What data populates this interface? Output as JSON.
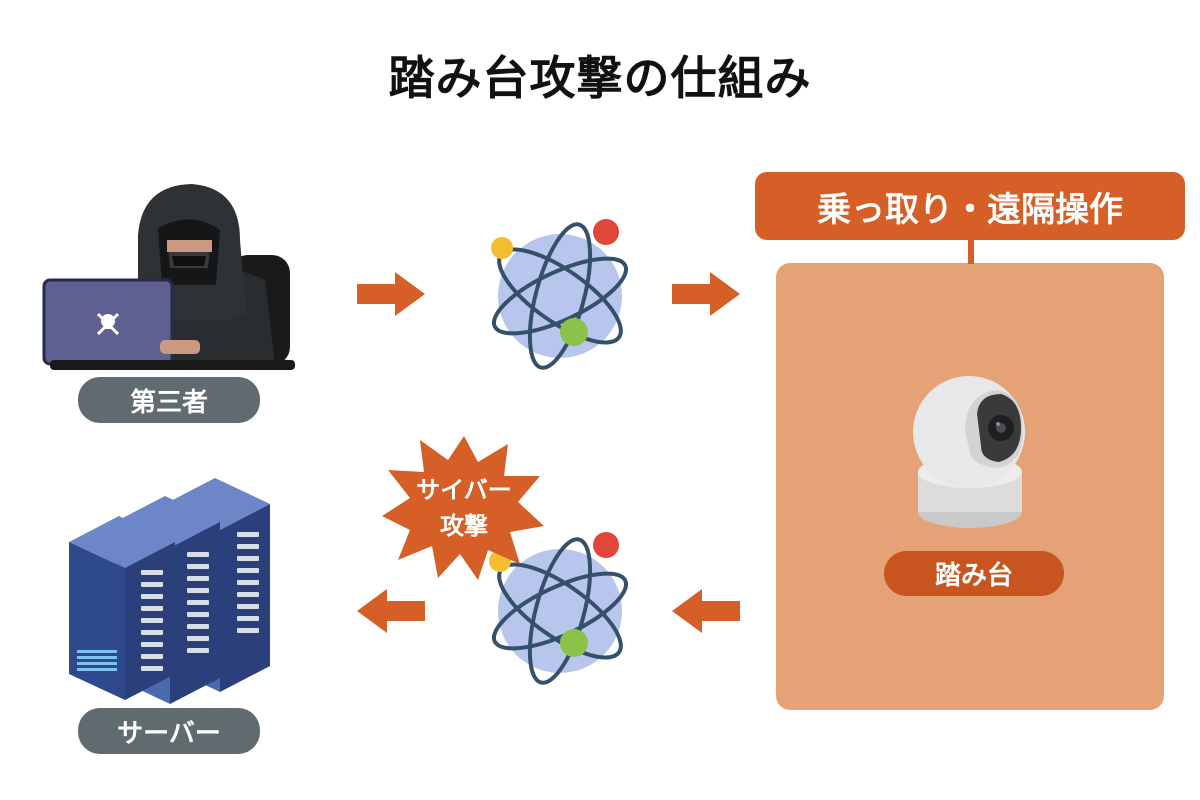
{
  "title": "踏み台攻撃の仕組み",
  "nodes": {
    "attacker_label": "第三者",
    "server_label": "サーバー",
    "control_header": "乗っ取り・遠隔操作",
    "stepping_stone_label": "踏み台",
    "cyber_attack_label_line1": "サイバー",
    "cyber_attack_label_line2": "攻撃"
  },
  "colors": {
    "accent": "#d55f26",
    "panel": "#e5a277",
    "label_gray": "#5f6b6e",
    "globe": "#b8c6ee",
    "server_blue": "#4a6ab0"
  },
  "icons": {
    "attacker": "hooded-hacker-icon",
    "network": "globe-network-icon",
    "camera": "security-camera-icon",
    "server": "server-rack-icon",
    "burst": "explosion-burst-icon",
    "arrow": "arrow-icon"
  }
}
